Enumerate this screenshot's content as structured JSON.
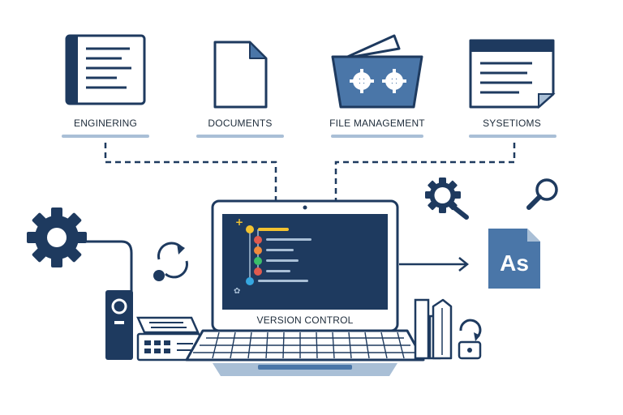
{
  "categories": [
    {
      "label": "ENGINERING",
      "icon": "document-lines-icon"
    },
    {
      "label": "DOCUMENTS",
      "icon": "file-icon"
    },
    {
      "label": "FILE MANAGEMENT",
      "icon": "folder-gears-icon"
    },
    {
      "label": "SYSETIOMS",
      "icon": "window-list-icon"
    }
  ],
  "laptop": {
    "caption": "VERSION CONTROL",
    "screen_icon": "commit-history-icon"
  },
  "side_file": {
    "text": "As",
    "icon": "as-file-icon"
  },
  "colors": {
    "navy": "#1e3a5f",
    "light_blue": "#a9bfd6",
    "accent_blue": "#4a76a8",
    "yellow": "#f2c230",
    "red": "#e05a4e",
    "orange": "#f08a3c",
    "green": "#3bbf6a",
    "cyan": "#36a7e0"
  }
}
